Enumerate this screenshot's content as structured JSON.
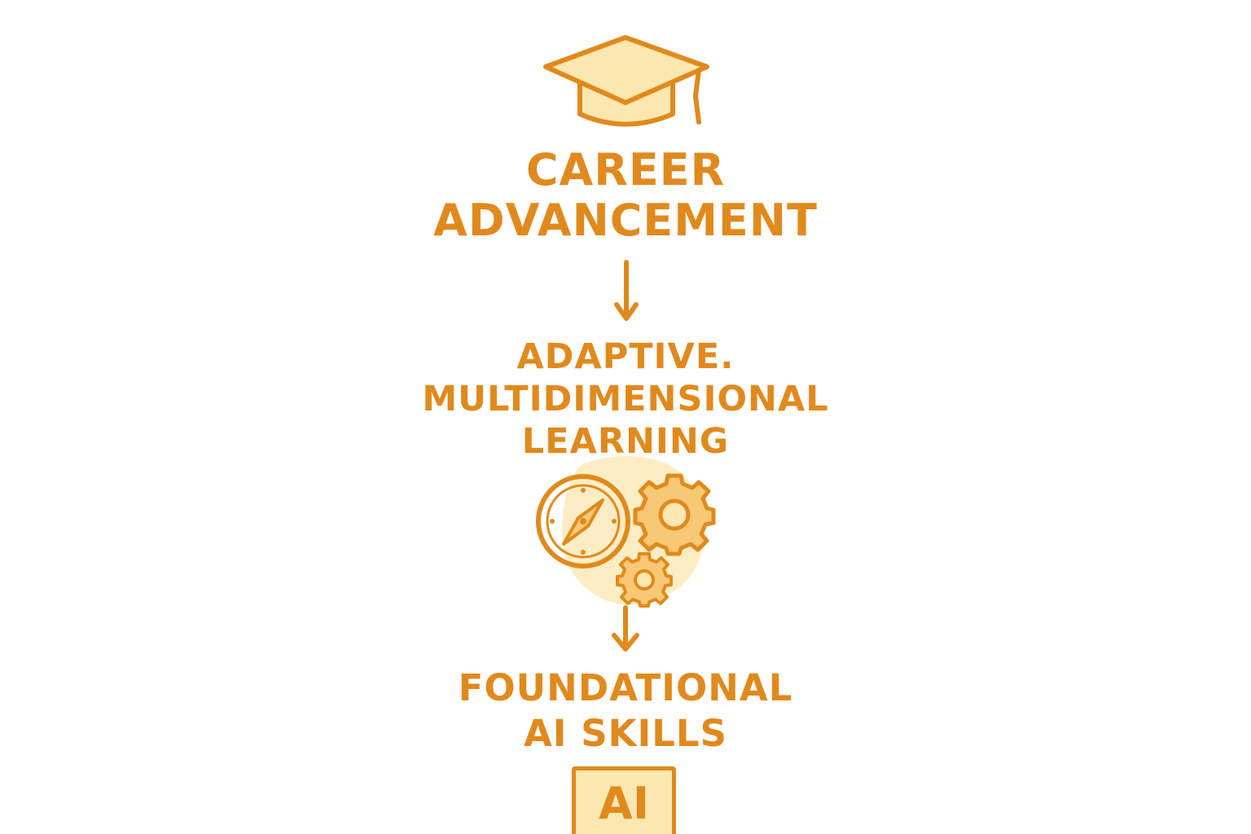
{
  "nodes": [
    {
      "id": "career",
      "lines": [
        "CAREER",
        "ADVANCEMENT"
      ],
      "icon": "graduation-cap-icon"
    },
    {
      "id": "adaptive",
      "lines": [
        "ADAPTIVE.",
        "MULTIDIMENSIONAL",
        "LEARNING"
      ],
      "icon": "compass-gears-icon"
    },
    {
      "id": "foundational",
      "lines": [
        "FOUNDATIONAL",
        "AI SKILLS"
      ],
      "icon": "ai-chip-icon",
      "badge_text": "AI"
    }
  ],
  "colors": {
    "accent": "#e08a1e",
    "fill_light": "#fde7b0",
    "background": "#ffffff"
  }
}
